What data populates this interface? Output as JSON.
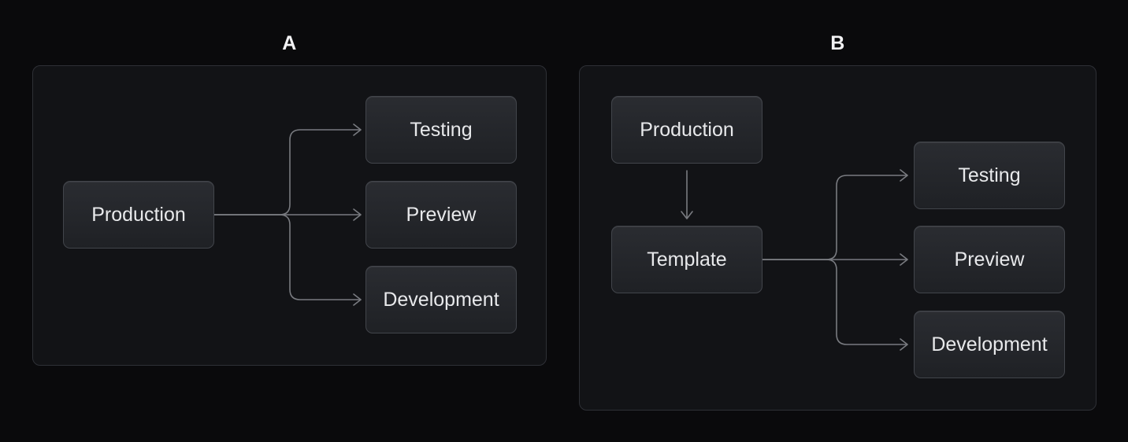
{
  "colors": {
    "page_background": "#0a0a0c",
    "panel_background": "#121316",
    "panel_border": "#2e3036",
    "node_background_top": "#2a2c31",
    "node_background_bottom": "#1f2125",
    "node_border": "#42454b",
    "node_text": "#e8e9eb",
    "edge": "#797b80",
    "label_text": "#f2f2f4"
  },
  "panels": [
    {
      "label": "A",
      "nodes": [
        {
          "id": "production",
          "label": "Production"
        },
        {
          "id": "testing",
          "label": "Testing"
        },
        {
          "id": "preview",
          "label": "Preview"
        },
        {
          "id": "development",
          "label": "Development"
        }
      ],
      "edges": [
        {
          "from": "production",
          "to": "testing"
        },
        {
          "from": "production",
          "to": "preview"
        },
        {
          "from": "production",
          "to": "development"
        }
      ]
    },
    {
      "label": "B",
      "nodes": [
        {
          "id": "production",
          "label": "Production"
        },
        {
          "id": "template",
          "label": "Template"
        },
        {
          "id": "testing",
          "label": "Testing"
        },
        {
          "id": "preview",
          "label": "Preview"
        },
        {
          "id": "development",
          "label": "Development"
        }
      ],
      "edges": [
        {
          "from": "production",
          "to": "template"
        },
        {
          "from": "template",
          "to": "testing"
        },
        {
          "from": "template",
          "to": "preview"
        },
        {
          "from": "template",
          "to": "development"
        }
      ]
    }
  ]
}
